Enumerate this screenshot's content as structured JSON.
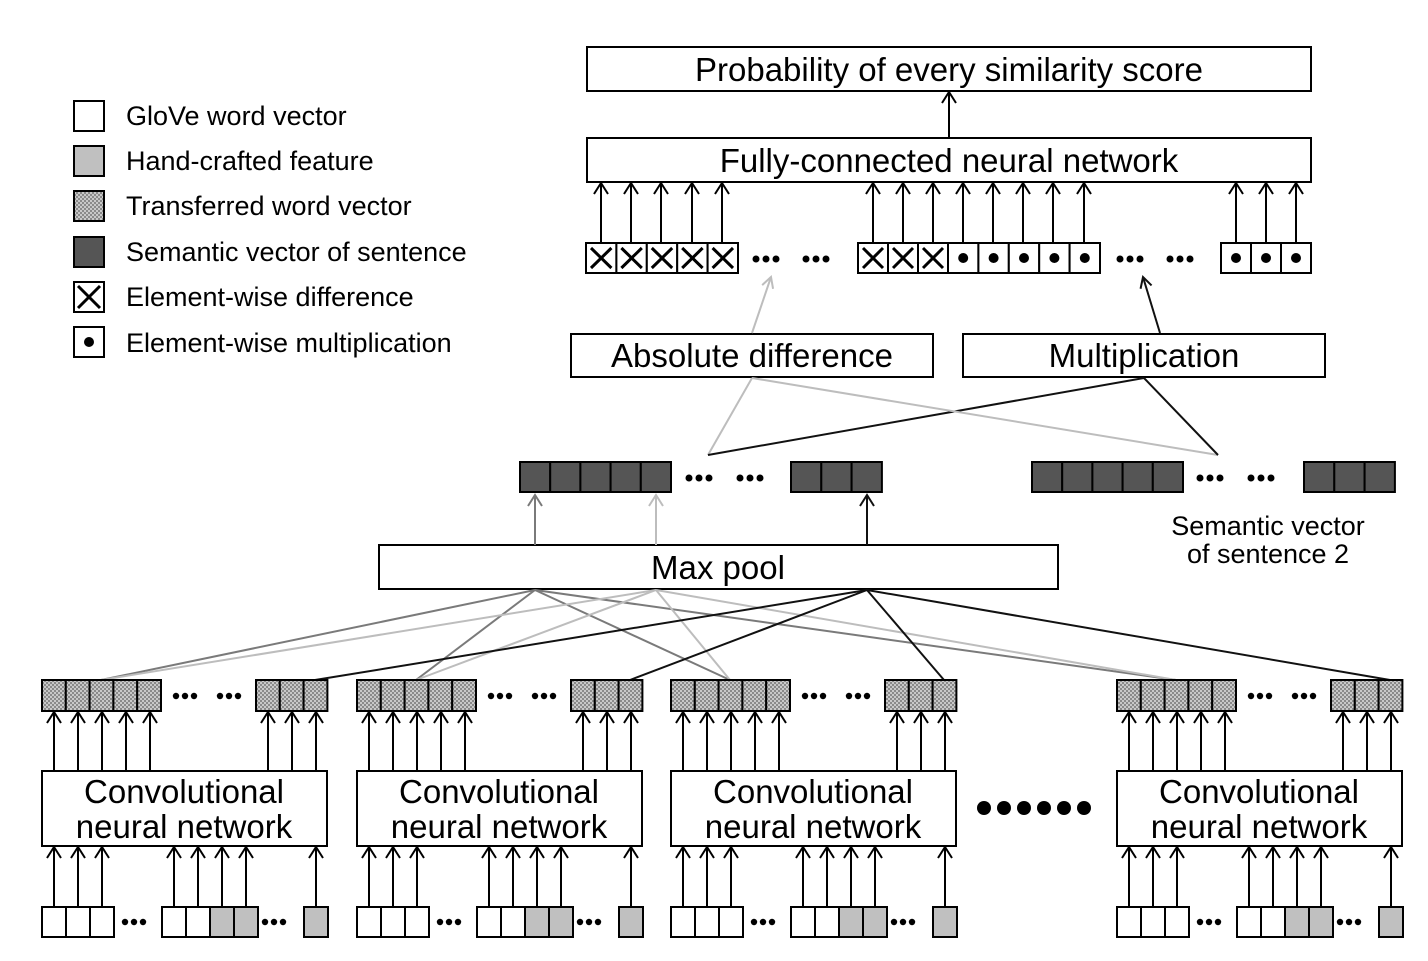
{
  "diagram": {
    "legend": [
      {
        "kind": "glove",
        "label": "GloVe word vector"
      },
      {
        "kind": "hand",
        "label": "Hand-crafted feature"
      },
      {
        "kind": "transfer",
        "label": "Transferred word vector"
      },
      {
        "kind": "semantic",
        "label": "Semantic vector of sentence"
      },
      {
        "kind": "diff",
        "label": "Element-wise difference"
      },
      {
        "kind": "mult",
        "label": "Element-wise multiplication"
      }
    ],
    "boxes": {
      "prob": "Probability of every similarity score",
      "fc": "Fully-connected neural network",
      "absdiff": "Absolute difference",
      "mult": "Multiplication",
      "maxpool": "Max pool",
      "cnn_line1": "Convolutional",
      "cnn_line2": "neural network"
    },
    "notes": {
      "sem2_line1": "Semantic vector",
      "sem2_line2": "of sentence 2"
    },
    "cnn_count_shown": 4,
    "colors": {
      "hand": "#c0c0c0",
      "transfer": "#b4b4b4",
      "semantic": "#555555",
      "line_dark": "#111111",
      "line_mid": "#7a7a7a",
      "line_light": "#bdbdbd"
    }
  }
}
